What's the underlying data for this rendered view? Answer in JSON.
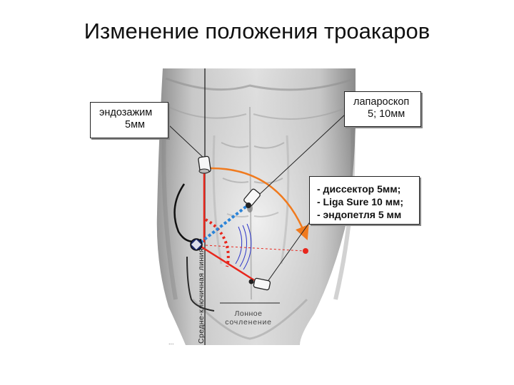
{
  "title": "Изменение положения троакаров",
  "callouts": {
    "clamp": {
      "line1": "эндозажим",
      "line2": "5мм"
    },
    "scope": {
      "line1": "лапароскоп",
      "line2": "5; 10мм"
    },
    "tools": [
      "- диссектор 5мм;",
      "- Liga Sure 10 мм;",
      "- эндопетля 5 мм"
    ]
  },
  "labels": {
    "midclavicular": "Средне-ключичная линия",
    "pubic_1": "Лонное",
    "pubic_2": "сочленение",
    "footnote": "..."
  },
  "colors": {
    "red_line": "#e8261c",
    "blue_dotted": "#2b84d8",
    "orange_arrow": "#f07a1e",
    "blue_arc": "#2a34c8"
  }
}
